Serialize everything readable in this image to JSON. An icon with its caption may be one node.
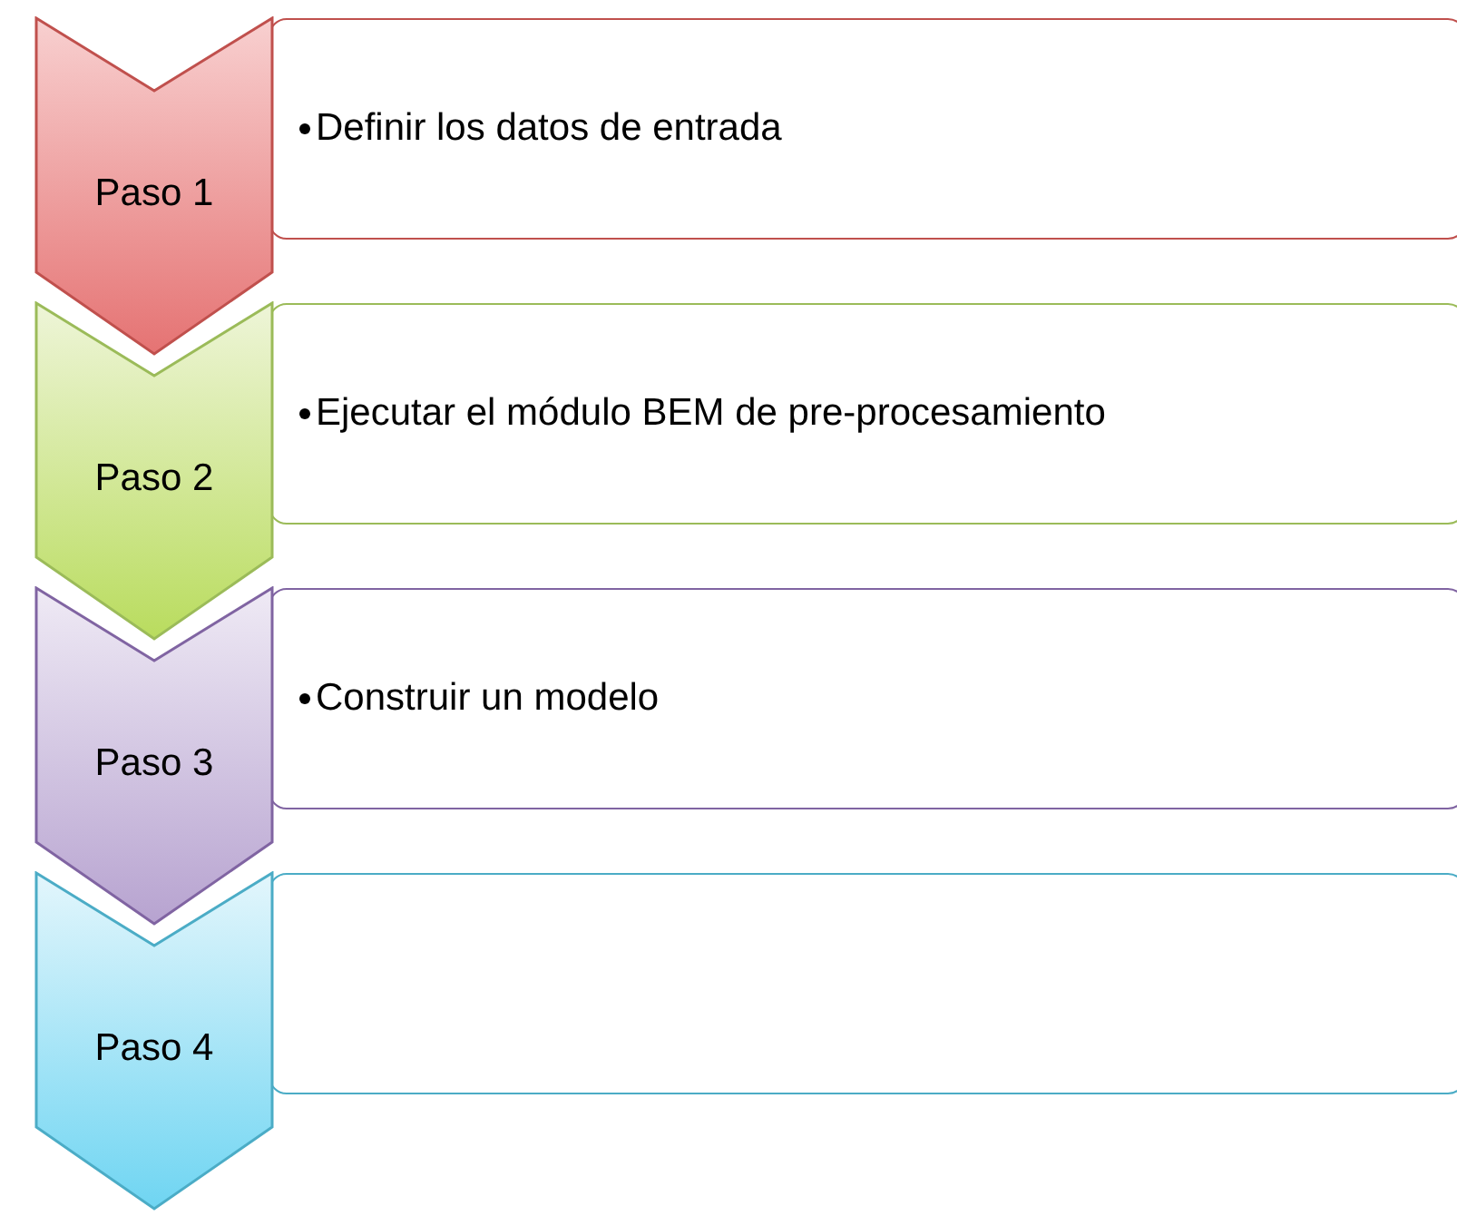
{
  "diagram": {
    "nodes": [
      {
        "text": [
          "Paso 1"
        ]
      },
      {
        "text": [
          "Definir los datos de entrada"
        ]
      },
      {
        "text": [
          "Paso 2"
        ]
      },
      {
        "text": [
          "Ejecutar el módulo BEM de pre-procesamiento"
        ]
      },
      {
        "text": [
          "Paso 3"
        ]
      },
      {
        "text": [
          "Construir un modelo"
        ]
      },
      {
        "text": [
          "Paso 4"
        ]
      },
      {
        "text": [],
        "shape": "box"
      }
    ]
  }
}
